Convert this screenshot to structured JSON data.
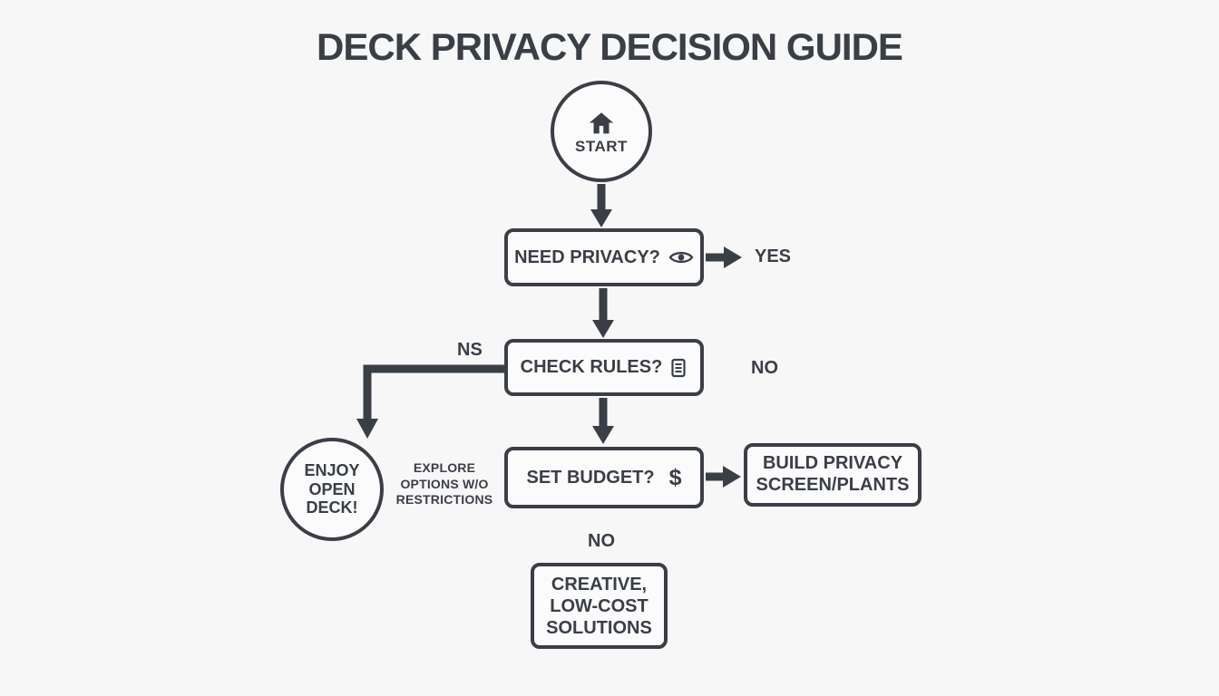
{
  "page": {
    "title": "DECK PRIVACY DECISION GUIDE"
  },
  "nodes": {
    "start": {
      "label": "START"
    },
    "need_privacy": {
      "label": "NEED PRIVACY?"
    },
    "check_rules": {
      "label": "CHECK RULES?"
    },
    "set_budget": {
      "label": "SET BUDGET?",
      "dollar": "$"
    },
    "build_privacy": {
      "label": "BUILD PRIVACY\nSCREEN/PLANTS"
    },
    "enjoy_deck": {
      "label": "ENJOY\nOPEN\nDECK!"
    },
    "creative": {
      "label": "CREATIVE,\nLOW-COST\nSOLUTIONS"
    }
  },
  "labels": {
    "yes": "YES",
    "ns": "NS",
    "no_right": "NO",
    "no_bottom": "NO",
    "explore_note": "EXPLORE\nOPTIONS W/O\nRESTRICTIONS"
  },
  "colors": {
    "ink": "#3a3f46",
    "background": "#f7f7f8"
  }
}
